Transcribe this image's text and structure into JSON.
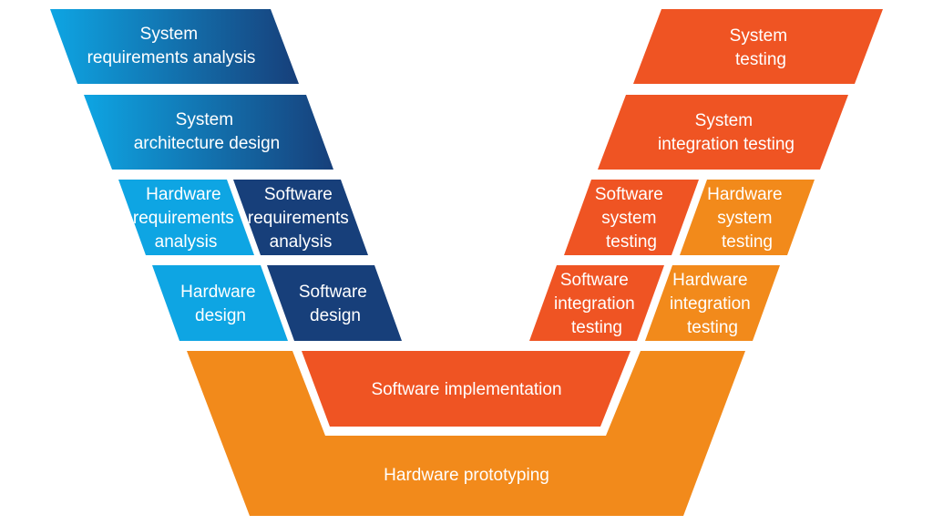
{
  "colors": {
    "blue_light": "#0ea5e3",
    "blue_dark": "#173f7a",
    "orange_red": "#ef5423",
    "orange": "#f28a1b",
    "background": "#ffffff"
  },
  "left": {
    "system_requirements_analysis": [
      "System",
      "requirements analysis"
    ],
    "system_architecture_design": [
      "System",
      "architecture design"
    ],
    "hardware_requirements_analysis": [
      "Hardware",
      "requirements",
      "analysis"
    ],
    "software_requirements_analysis": [
      "Software",
      "requirements",
      "analysis"
    ],
    "hardware_design": [
      "Hardware",
      "design"
    ],
    "software_design": [
      "Software",
      "design"
    ]
  },
  "right": {
    "system_testing": [
      "System",
      "testing"
    ],
    "system_integration_testing": [
      "System",
      "integration testing"
    ],
    "software_system_testing": [
      "Software",
      "system",
      "testing"
    ],
    "hardware_system_testing": [
      "Hardware",
      "system",
      "testing"
    ],
    "software_integration_testing": [
      "Software",
      "integration",
      "testing"
    ],
    "hardware_integration_testing": [
      "Hardware",
      "integration",
      "testing"
    ]
  },
  "bottom": {
    "software_implementation": "Software implementation",
    "hardware_prototyping": "Hardware prototyping"
  }
}
